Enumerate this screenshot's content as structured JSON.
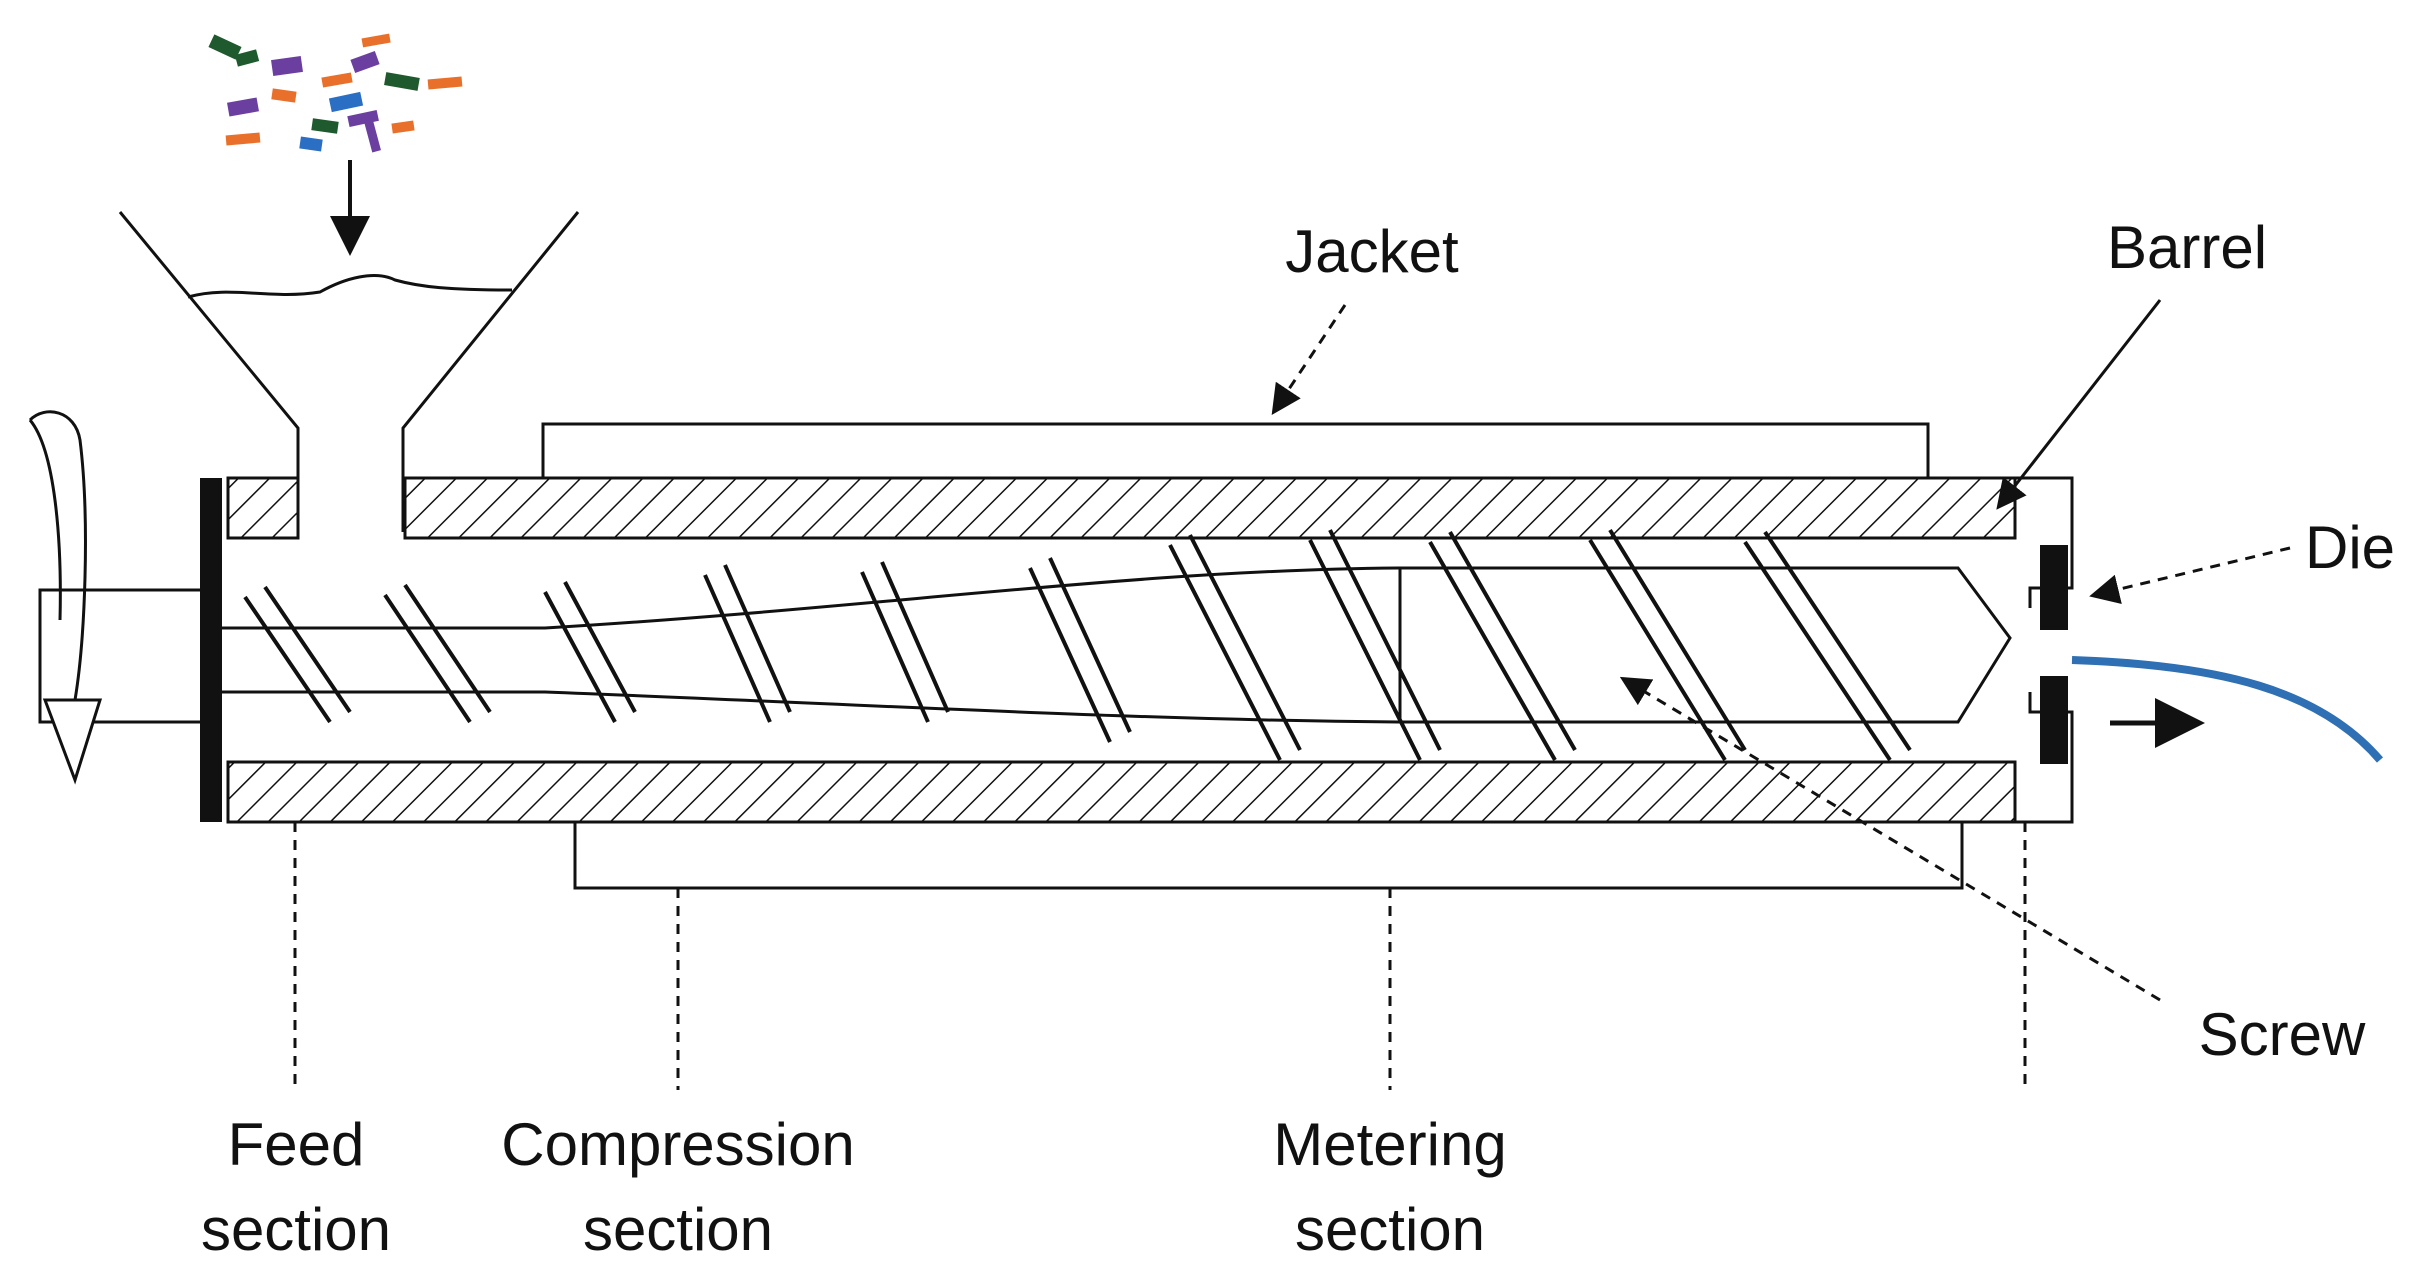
{
  "labels": {
    "jacket": "Jacket",
    "barrel": "Barrel",
    "die": "Die",
    "screw": "Screw",
    "feed_section": [
      "Feed",
      "section"
    ],
    "compression_section": [
      "Compression",
      "section"
    ],
    "metering_section": [
      "Metering",
      "section"
    ]
  },
  "colors": {
    "line": "#111111",
    "extrudate": "#2f6fb3",
    "pellets": [
      "#1f5a2e",
      "#6b3fa0",
      "#e8702a",
      "#2a6fc4"
    ]
  }
}
